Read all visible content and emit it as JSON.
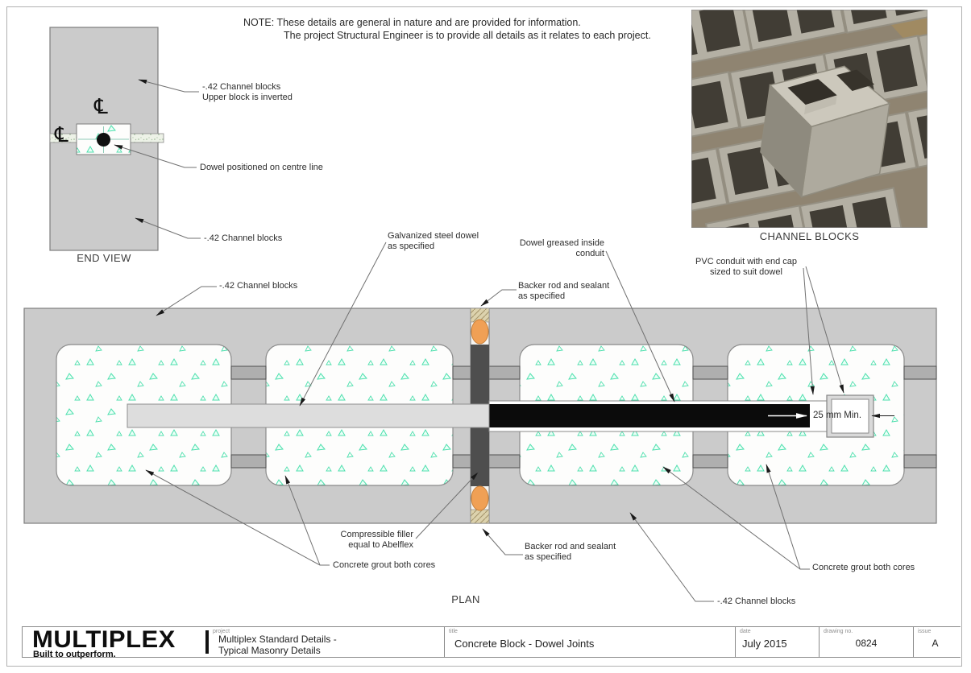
{
  "sheet": {
    "note_line1": "NOTE: These details are general in nature and are provided for information.",
    "note_line2": "The project Structural Engineer is to provide all details as it relates to each project."
  },
  "end_view": {
    "caption": "END VIEW",
    "centerline_symbol": "℄",
    "labels": {
      "upper_block_line1": "-.42 Channel blocks",
      "upper_block_line2": "Upper block is inverted",
      "dowel_centre": "Dowel positioned on centre line",
      "lower_block": "-.42 Channel blocks"
    }
  },
  "photo": {
    "caption": "CHANNEL BLOCKS"
  },
  "plan": {
    "caption": "PLAN",
    "labels": {
      "channel_blocks_top": "-.42 Channel blocks",
      "galvanized_line1": "Galvanized steel dowel",
      "galvanized_line2": "as specified",
      "greased_line1": "Dowel greased inside",
      "greased_line2": "conduit",
      "backer_top_line1": "Backer rod and sealant",
      "backer_top_line2": "as specified",
      "pvc_line1": "PVC conduit with end cap",
      "pvc_line2": "sized to suit dowel",
      "min_gap": "25 mm Min.",
      "filler_line1": "Compressible filler",
      "filler_line2": "equal to Abelflex",
      "backer_bottom_line1": "Backer rod and sealant",
      "backer_bottom_line2": "as specified",
      "grout_left": "Concrete grout both cores",
      "grout_right": "Concrete grout both cores",
      "channel_blocks_bottom": "-.42 Channel blocks"
    }
  },
  "title_block": {
    "logo": "MULTIPLEX",
    "tagline": "Built to outperform.",
    "project_label": "project",
    "project_value_line1": "Multiplex Standard Details -",
    "project_value_line2": "Typical Masonry Details",
    "title_label": "title",
    "title_value": "Concrete Block - Dowel Joints",
    "date_label": "date",
    "date_value": "July 2015",
    "drawing_no_label": "drawing no.",
    "drawing_no_value": "0824",
    "issue_label": "issue",
    "issue_value": "A"
  },
  "colors": {
    "block_gray": "#cbcbcb",
    "web_bar_gray": "#afafaf",
    "grout_triangle_teal": "#4fe0ae",
    "backer_rod_orange": "#f0a055",
    "sealant_tan": "#dcd2ad",
    "compressible_filler": "#4e4e4e",
    "dowel_light": "#dddddd",
    "dowel_dark": "#0b0b0b"
  }
}
